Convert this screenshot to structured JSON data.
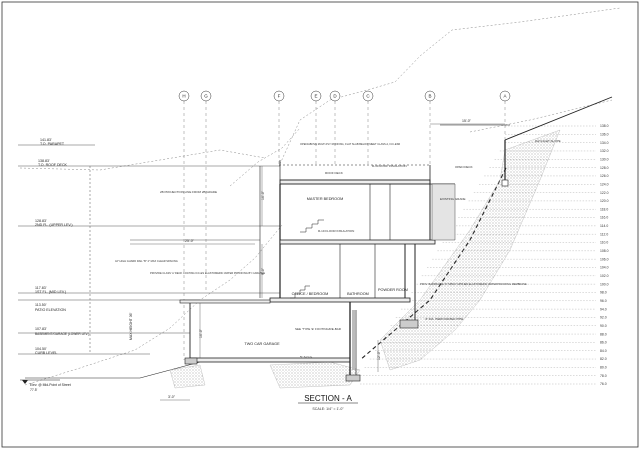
{
  "drawing": {
    "title": "SECTION - A",
    "scale": "SCALE: 1/4\" = 1'-0\"",
    "grid_bubbles": [
      "H",
      "G",
      "F",
      "E",
      "D",
      "C",
      "B",
      "A"
    ],
    "rooms": {
      "master_bedroom": "MASTER BEDROOM",
      "office_bedroom": "OFFICE / BEDROOM",
      "bathroom": "BATHROOM",
      "powder_room": "POWDER ROOM",
      "tuck_under_garage": "TWO CAR GARAGE"
    },
    "notes": {
      "roof_deck": "ROOF DECK",
      "roof_insulation": "R-30 ROOF INSULATION",
      "open_deck": "OPEN DECK",
      "floor_insulation": "R-19 FLOOR INSULATION",
      "projection_line": "2B PROJECTION LINE FROM 2B GRADE",
      "elastomeric_roof": "OPEN/ABOVE MULTI-PLY ROOFING, FLAT SLAB BELOW MEET CLASS A, ICC-ESR",
      "guardrail": "42\" HIGH GUARD RAIL \"B\" 4\" MAX CLEAR SPACING",
      "deck_coating": "PROVIDE CLASS 'A' DECK COATING ICC-ES ELASTOMERIC WATER PROOFING BY CARLISLE",
      "waterproofing": "PROV. BARRICADE 'D' SPRAY APPLIED ELASTOMERIC WATERPROOFING MEMBRANE",
      "wall_footing": "SEE 'TYPE 'E' FOOTING/RE-BAR",
      "drain": "4\" DIA. PERFORATED PIPE",
      "sog": "5\" S.O.G.",
      "slope": "DAYLIGHT SLOPE"
    },
    "levels": [
      {
        "name": "T.O. PARAPET",
        "elev": "141.83'"
      },
      {
        "name": "T.O. ROOF DECK",
        "elev": "138.83'"
      },
      {
        "name": "2ND FL. (UPPER LEV.)",
        "elev": "128.83'"
      },
      {
        "name": "1ST FL. (MID LEV.)",
        "elev": "117.83'"
      },
      {
        "name": "PATIO ELEVATION",
        "elev": "113.50'"
      },
      {
        "name": "BASEMENT/GARAGE (LOWER LEV.)",
        "elev": "107.83'"
      },
      {
        "name": "CURB LEVEL",
        "elev": "104.50'"
      }
    ],
    "elev_scale": [
      "138.0",
      "136.0",
      "134.0",
      "132.0",
      "130.0",
      "128.0",
      "126.0",
      "124.0",
      "122.0",
      "120.0",
      "118.0",
      "116.0",
      "114.0",
      "112.0",
      "110.0",
      "108.0",
      "106.0",
      "104.0",
      "102.0",
      "100.0",
      "98.0",
      "96.0",
      "94.0",
      "92.0",
      "90.0",
      "88.0",
      "86.0",
      "84.0",
      "82.0",
      "80.0",
      "78.0",
      "76.0"
    ],
    "street_label": "Elev. @ Mid-Point of Street",
    "street_elev": "77.5'",
    "dims": {
      "upper_wall": "10'-0\"",
      "lower_wall": "9'-0\"",
      "garage_wall": "10'-0\"",
      "deck_width": "25'-0\"",
      "top_width": "15'-0\"",
      "retaining": "12'-0\"",
      "footing": "3'-0\""
    },
    "height_labels": {
      "max_height": "MAX HEIGHT 36'",
      "grade_label": "EXISTING GRADE"
    },
    "colors": {
      "line": "#222222",
      "light": "#777777",
      "hatch": "#999999"
    }
  }
}
